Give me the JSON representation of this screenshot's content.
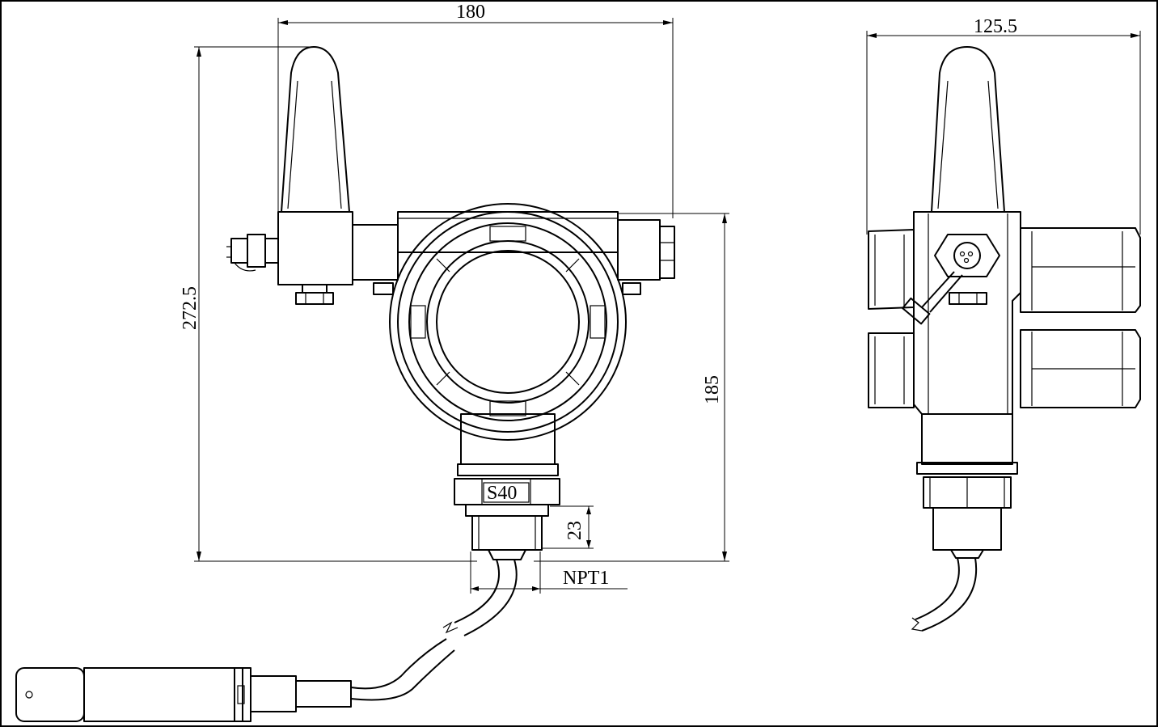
{
  "dimensions": {
    "width_front": "180",
    "height_total": "272.5",
    "height_body": "185",
    "thread_length": "23",
    "width_side": "125.5"
  },
  "labels": {
    "wrench_size": "S40",
    "thread_type": "NPT1"
  },
  "colors": {
    "line": "#000000",
    "background": "#ffffff",
    "shading": "#e6e6e6"
  }
}
